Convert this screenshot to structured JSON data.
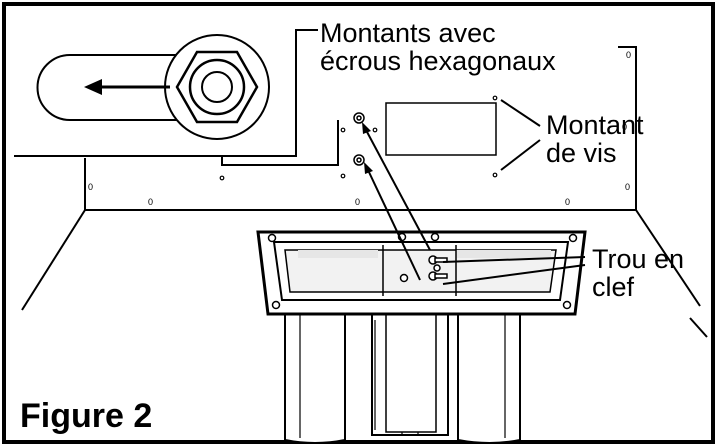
{
  "labels": {
    "hex_nut_studs": [
      "Montants avec",
      "écrous hexagonaux"
    ],
    "screw_stud": [
      "Montant",
      "de vis"
    ],
    "keyhole": [
      "Trou en",
      "clef"
    ],
    "figure": "Figure 2"
  },
  "panel_marks": [
    "0",
    "0",
    "0",
    "0",
    "0",
    "0",
    "0"
  ],
  "colors": {
    "line": "#000000",
    "background": "#ffffff",
    "shading": "#e6e6e6"
  }
}
